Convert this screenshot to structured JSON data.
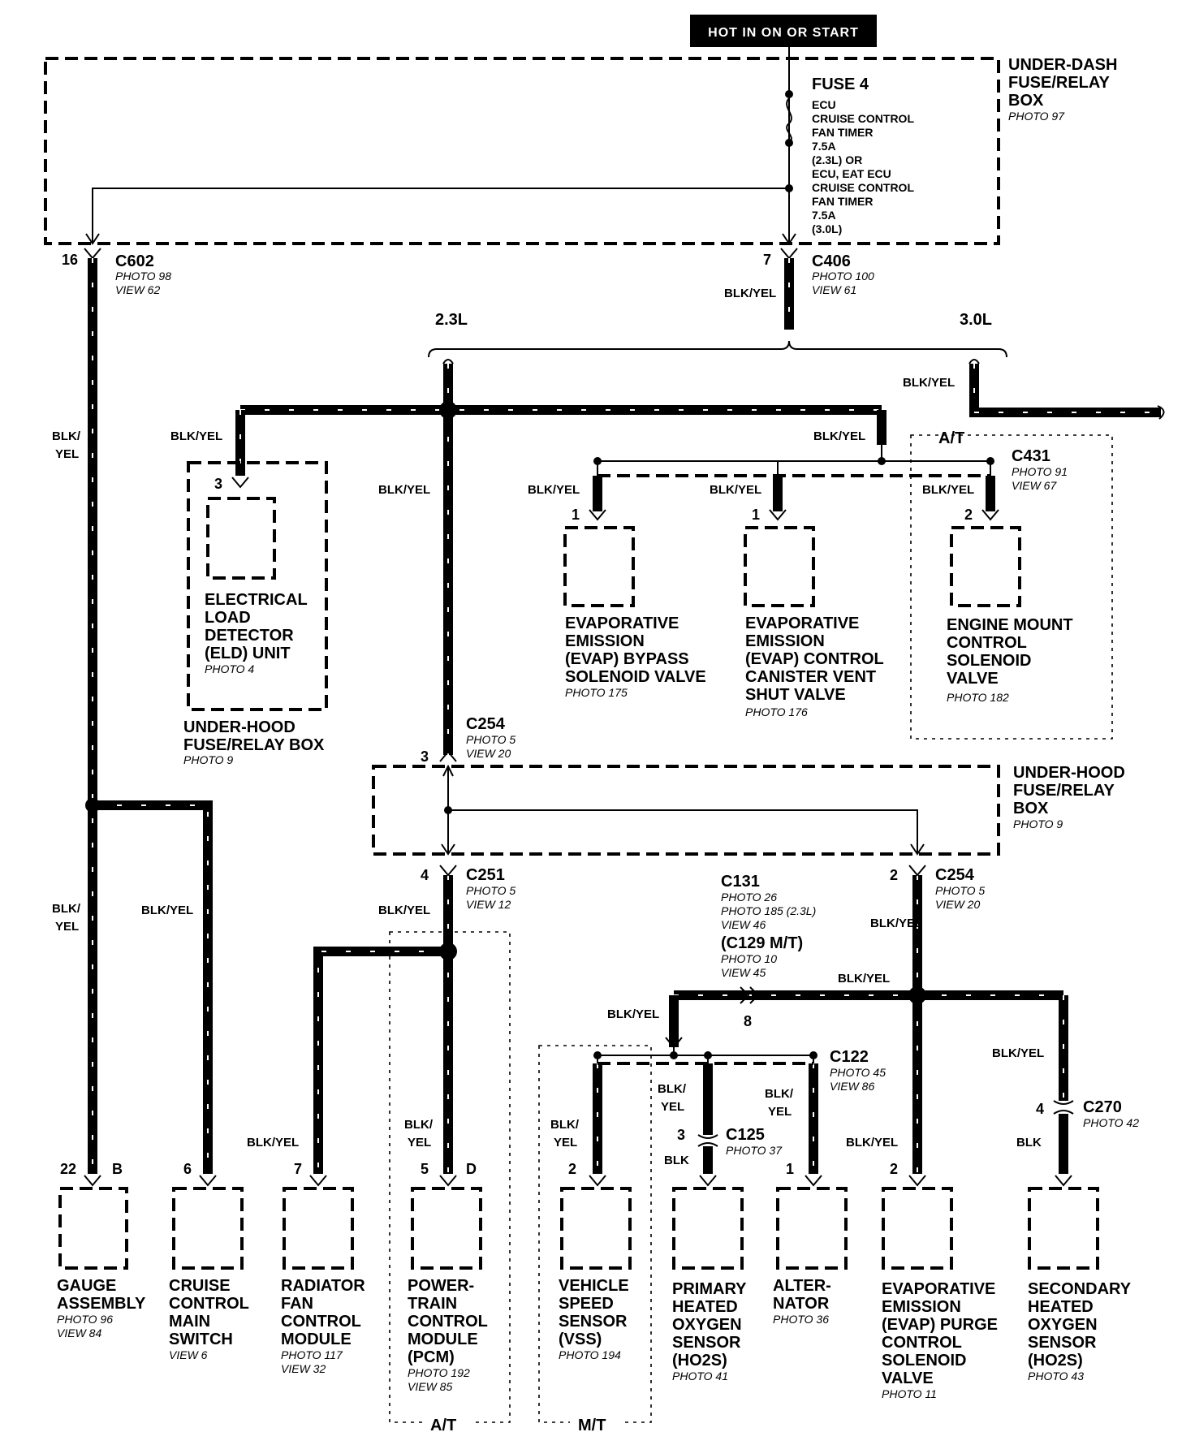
{
  "header": "HOT IN ON OR START",
  "fuse_box_top": {
    "title": [
      "UNDER-DASH",
      "FUSE/RELAY",
      "BOX"
    ],
    "photo": "PHOTO 97"
  },
  "fuse": {
    "title": "FUSE 4",
    "lines": [
      "ECU",
      "CRUISE CONTROL",
      "FAN TIMER",
      "7.5A",
      "(2.3L) OR",
      "ECU, EAT ECU",
      "CRUISE CONTROL",
      "FAN TIMER",
      "7.5A",
      "(3.0L)"
    ]
  },
  "c602": {
    "pin": "16",
    "name": "C602",
    "photo": "PHOTO 98",
    "view": "VIEW 62"
  },
  "c406": {
    "pin": "7",
    "name": "C406",
    "photo": "PHOTO 100",
    "view": "VIEW 61",
    "wire": "BLK/YEL"
  },
  "engine": {
    "left": "2.3L",
    "right": "3.0L"
  },
  "wires": {
    "blk_yel": "BLK/YEL",
    "blk_slash": "BLK/",
    "yel": "YEL",
    "blk": "BLK"
  },
  "at_label": "A/T",
  "mt_label": "M/T",
  "c431": {
    "name": "C431",
    "photo": "PHOTO 91",
    "view": "VIEW 67"
  },
  "eld": {
    "pin": "3",
    "lines": [
      "ELECTRICAL",
      "LOAD",
      "DETECTOR",
      "(ELD) UNIT"
    ],
    "photo": "PHOTO 4"
  },
  "underhood_left": {
    "lines": [
      "UNDER-HOOD",
      "FUSE/RELAY BOX"
    ],
    "photo": "PHOTO 9"
  },
  "evap_bypass": {
    "pin": "1",
    "lines": [
      "EVAPORATIVE",
      "EMISSION",
      "(EVAP) BYPASS",
      "SOLENOID VALVE"
    ],
    "photo": "PHOTO 175"
  },
  "evap_canister": {
    "pin": "1",
    "lines": [
      "EVAPORATIVE",
      "EMISSION",
      "(EVAP) CONTROL",
      "CANISTER VENT",
      "SHUT VALVE"
    ],
    "photo": "PHOTO 176"
  },
  "engine_mount": {
    "pin": "2",
    "lines": [
      "ENGINE MOUNT",
      "CONTROL",
      "SOLENOID",
      "VALVE"
    ],
    "photo": "PHOTO 182"
  },
  "c254_top": {
    "pin": "3",
    "name": "C254",
    "photo": "PHOTO 5",
    "view": "VIEW 20"
  },
  "underhood_mid": {
    "lines": [
      "UNDER-HOOD",
      "FUSE/RELAY",
      "BOX"
    ],
    "photo": "PHOTO 9"
  },
  "c251": {
    "pin": "4",
    "name": "C251",
    "photo": "PHOTO 5",
    "view": "VIEW 12"
  },
  "c254_right": {
    "pin": "2",
    "name": "C254",
    "photo": "PHOTO 5",
    "view": "VIEW 20"
  },
  "c131": {
    "name": "C131",
    "photo1": "PHOTO 26",
    "photo2": "PHOTO 185 (2.3L)",
    "view1": "VIEW 46",
    "alt": "(C129 M/T)",
    "photo3": "PHOTO 10",
    "view2": "VIEW 45",
    "pin": "8"
  },
  "c122": {
    "name": "C122",
    "photo": "PHOTO 45",
    "view": "VIEW 86"
  },
  "c125": {
    "pin": "3",
    "name": "C125",
    "photo": "PHOTO 37"
  },
  "c270": {
    "pin": "4",
    "name": "C270",
    "photo": "PHOTO 42"
  },
  "gauge": {
    "pin": "22",
    "pin2": "B",
    "lines": [
      "GAUGE",
      "ASSEMBLY"
    ],
    "photo": "PHOTO 96",
    "view": "VIEW 84"
  },
  "cruise": {
    "pin": "6",
    "lines": [
      "CRUISE",
      "CONTROL",
      "MAIN",
      "SWITCH"
    ],
    "view": "VIEW 6"
  },
  "radiator": {
    "pin": "7",
    "lines": [
      "RADIATOR",
      "FAN",
      "CONTROL",
      "MODULE"
    ],
    "photo": "PHOTO 117",
    "view": "VIEW 32"
  },
  "pcm": {
    "pin": "5",
    "pin2": "D",
    "lines": [
      "POWER-",
      "TRAIN",
      "CONTROL",
      "MODULE",
      "(PCM)"
    ],
    "photo": "PHOTO 192",
    "view": "VIEW 85"
  },
  "vss": {
    "pin": "2",
    "lines": [
      "VEHICLE",
      "SPEED",
      "SENSOR",
      "(VSS)"
    ],
    "photo": "PHOTO 194"
  },
  "primary_ho2s": {
    "lines": [
      "PRIMARY",
      "HEATED",
      "OXYGEN",
      "SENSOR",
      "(HO2S)"
    ],
    "photo": "PHOTO 41"
  },
  "alternator": {
    "pin": "1",
    "lines": [
      "ALTER-",
      "NATOR"
    ],
    "photo": "PHOTO 36"
  },
  "evap_purge": {
    "pin": "2",
    "lines": [
      "EVAPORATIVE",
      "EMISSION",
      "(EVAP) PURGE",
      "CONTROL",
      "SOLENOID",
      "VALVE"
    ],
    "photo": "PHOTO 11"
  },
  "secondary_ho2s": {
    "lines": [
      "SECONDARY",
      "HEATED",
      "OXYGEN",
      "SENSOR",
      "(HO2S)"
    ],
    "photo": "PHOTO 43"
  }
}
